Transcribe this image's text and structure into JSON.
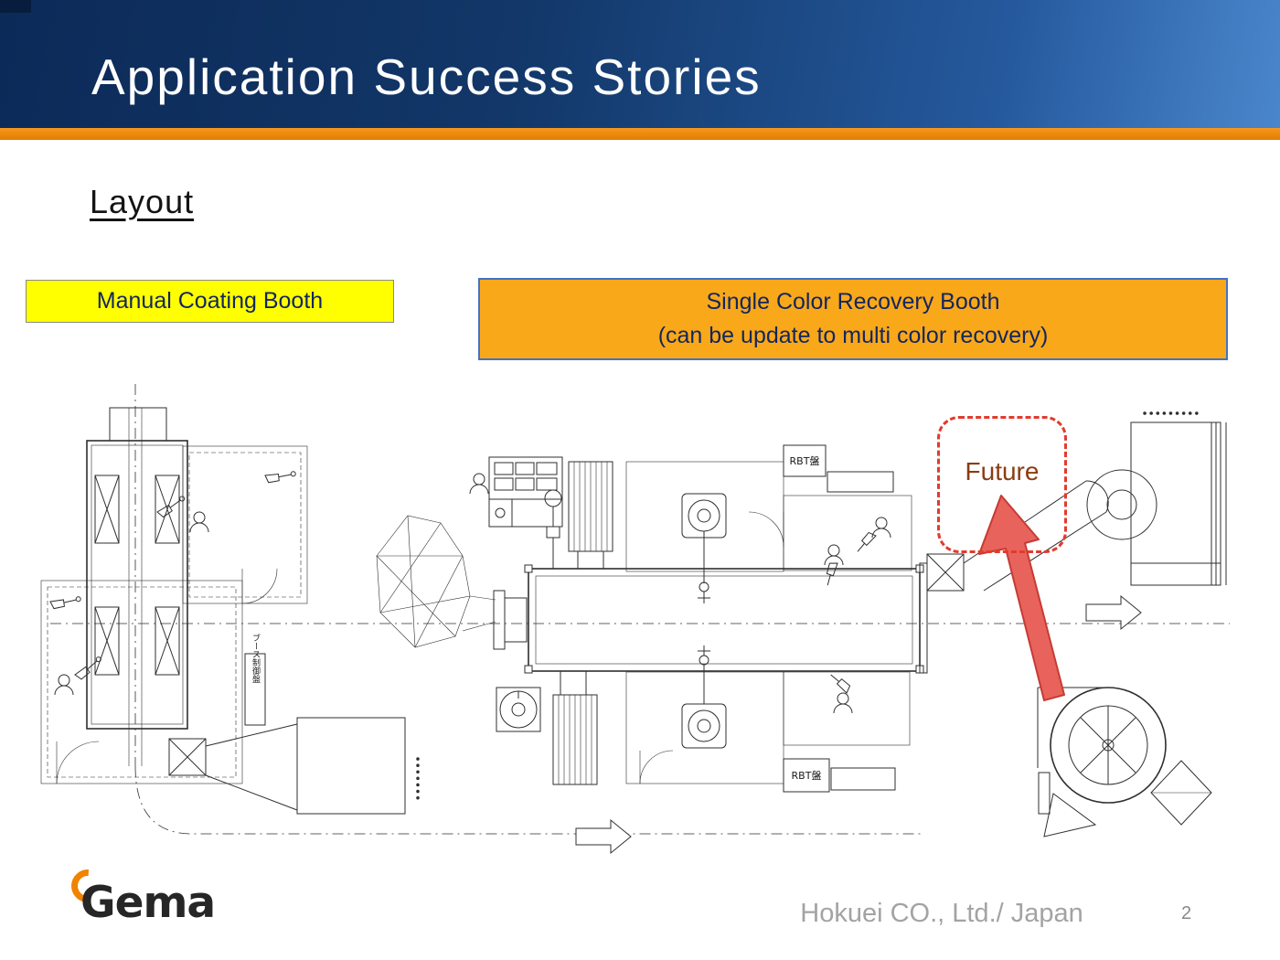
{
  "slide": {
    "title": "Application Success Stories",
    "section_heading": "Layout",
    "footer_company": "Hokuei CO., Ltd./ Japan",
    "page_number": "2"
  },
  "labels": {
    "manual_booth": "Manual Coating Booth",
    "recovery_line1": "Single Color Recovery Booth",
    "recovery_line2": "(can be update to multi color recovery)",
    "future": "Future"
  },
  "diagram_text": {
    "rbt_panel_top": "RBT盤",
    "rbt_panel_bottom": "RBT盤",
    "booth_control_panel": "ブース制御盤"
  },
  "logo": {
    "text": "Gema"
  },
  "colors": {
    "header_navy": "#0c2a58",
    "header_blue": "#4a86cc",
    "accent_orange": "#ee8308",
    "label_yellow_bg": "#ffff00",
    "label_orange_bg": "#f9a81a",
    "label_text_navy": "#12265e",
    "future_dash_red": "#e23b2e",
    "future_arrow_red": "#e8635b",
    "future_text_brown": "#8c3b12",
    "drawing_line": "#2f2f2f"
  }
}
